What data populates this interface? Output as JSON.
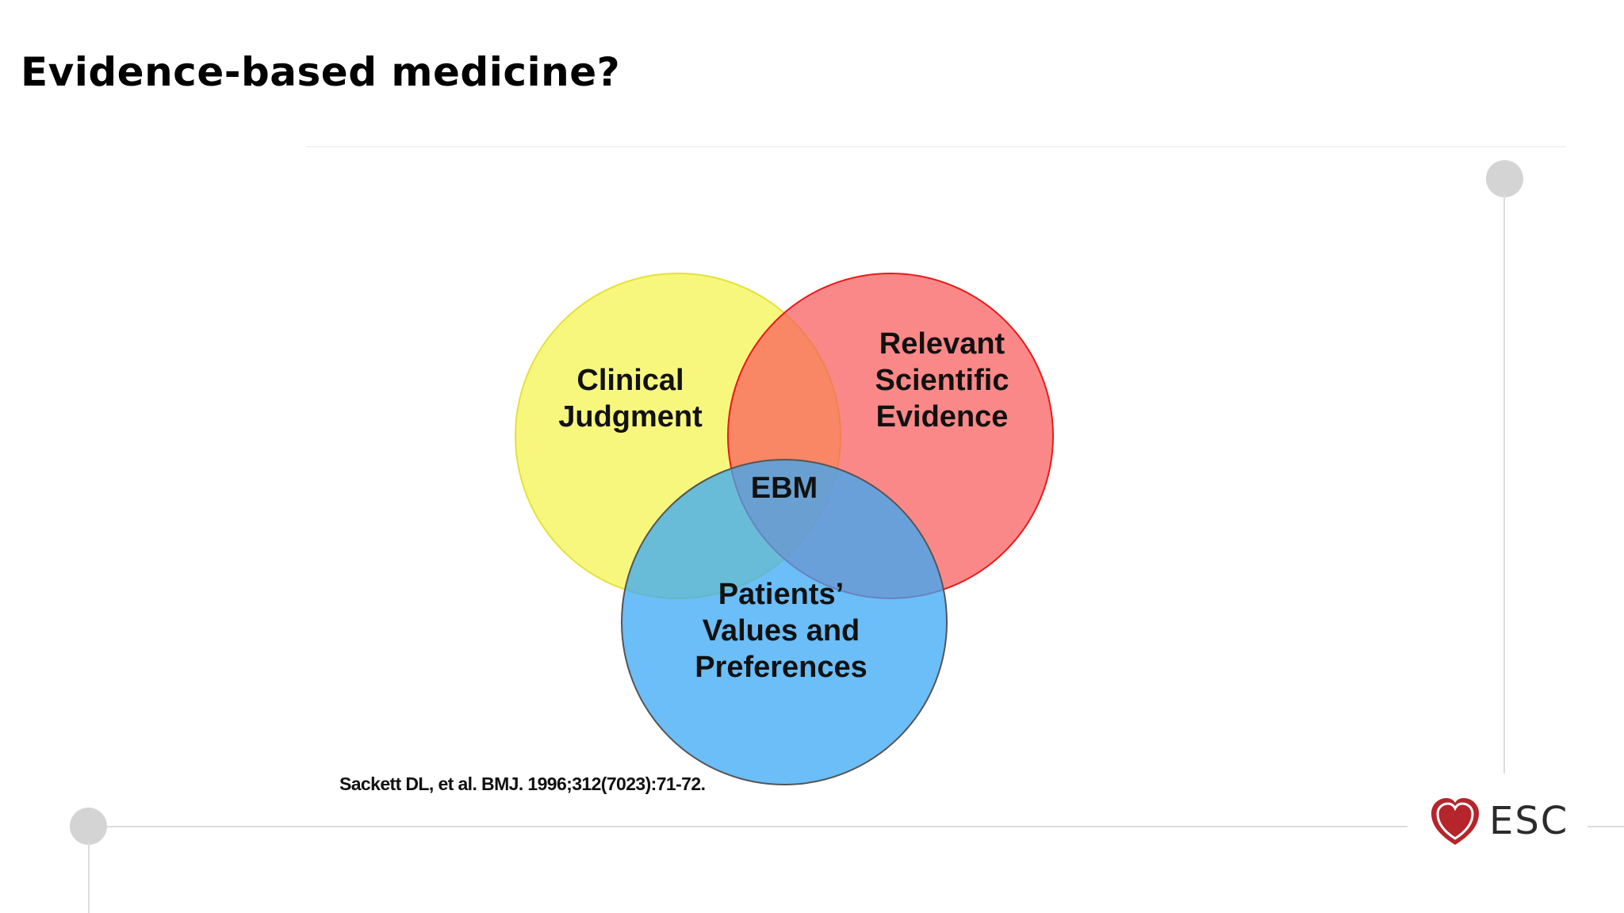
{
  "slide": {
    "title": "Evidence-based medicine?"
  },
  "diagram": {
    "circles": [
      {
        "id": "clinical",
        "label_lines": [
          "Clinical",
          "Judgment"
        ],
        "fill": "#f5f55a",
        "stroke": "#e2e23a"
      },
      {
        "id": "evidence",
        "label_lines": [
          "Relevant",
          "Scientific",
          "Evidence"
        ],
        "fill": "#fa5a5a",
        "stroke": "#e81a1a"
      },
      {
        "id": "patients",
        "label_lines": [
          "Patients’",
          "Values and",
          "Preferences"
        ],
        "fill": "#3aa8f5",
        "stroke": "#555555"
      }
    ],
    "center_label": "EBM"
  },
  "citation": "Sackett DL, et al. BMJ. 1996;312(7023):71-72.",
  "logo": {
    "text": "ESC",
    "mark_color": "#b5252b",
    "icon": "heart-logo-icon"
  }
}
